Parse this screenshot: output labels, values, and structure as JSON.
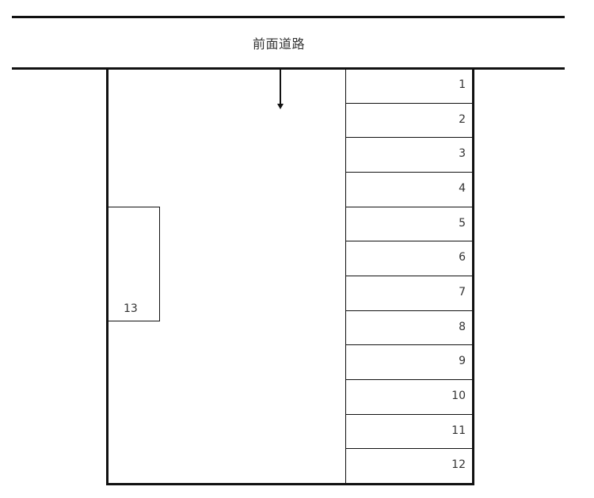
{
  "road": {
    "label": "前面道路"
  },
  "parking": {
    "slots": [
      {
        "number": "1"
      },
      {
        "number": "2"
      },
      {
        "number": "3"
      },
      {
        "number": "4"
      },
      {
        "number": "5"
      },
      {
        "number": "6"
      },
      {
        "number": "7"
      },
      {
        "number": "8"
      },
      {
        "number": "9"
      },
      {
        "number": "10"
      },
      {
        "number": "11"
      },
      {
        "number": "12"
      }
    ],
    "side_slot": {
      "number": "13"
    }
  },
  "entrance": {
    "icon": "arrow-down-icon"
  }
}
